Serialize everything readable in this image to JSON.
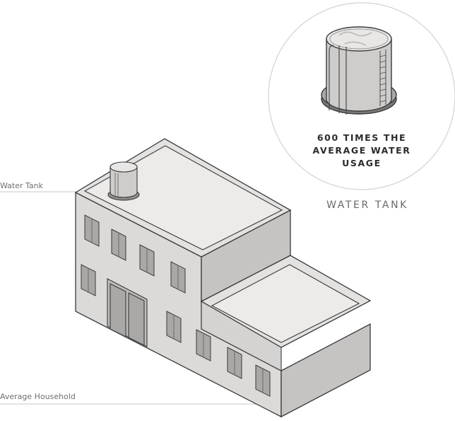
{
  "labels": {
    "water_tank": "Water Tank",
    "average_household": "Average Household"
  },
  "callout": {
    "title": "WATER TANK",
    "caption_lines": [
      "600 TIMES THE",
      "AVERAGE WATER",
      "USAGE"
    ]
  },
  "colors": {
    "wall_front": "#dcdad9",
    "wall_side": "#c6c4c3",
    "roof": "#ecebea",
    "window": "#a9a8a7",
    "outline": "#3a3a3a",
    "leader": "#c8c8c8"
  }
}
